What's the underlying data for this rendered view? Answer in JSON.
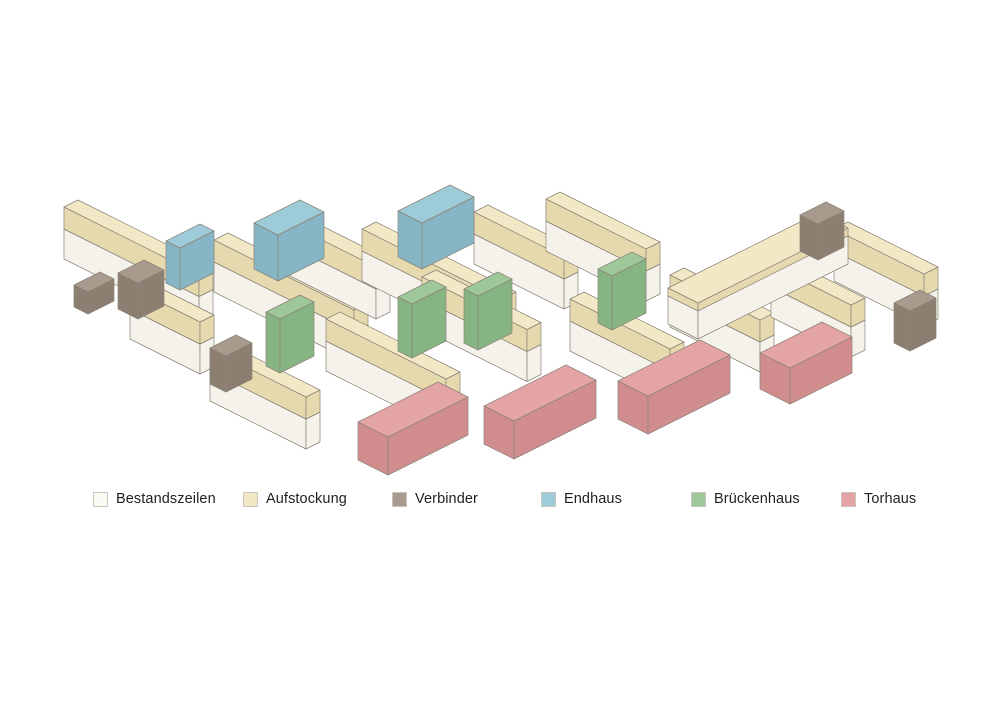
{
  "legend": [
    {
      "key": "bestand",
      "label": "Bestandszeilen",
      "color": "#fbfaf5"
    },
    {
      "key": "aufstockung",
      "label": "Aufstockung",
      "color": "#f2e8c6"
    },
    {
      "key": "verbinder",
      "label": "Verbinder",
      "color": "#a89a8c"
    },
    {
      "key": "endhaus",
      "label": "Endhaus",
      "color": "#9ecbd8"
    },
    {
      "key": "brueckenhaus",
      "label": "Brückenhaus",
      "color": "#9ec79a"
    },
    {
      "key": "torhaus",
      "label": "Torhaus",
      "color": "#e4a3a4"
    }
  ],
  "colors": {
    "edge": "#8a8478",
    "bestand_side": "#f4f2ea",
    "aufstockung_side": "#e6d9ae",
    "verbinder_side": "#8c7e70",
    "endhaus_side": "#86b6c6",
    "brueckenhaus_side": "#86b583",
    "torhaus_side": "#d18d8e"
  }
}
